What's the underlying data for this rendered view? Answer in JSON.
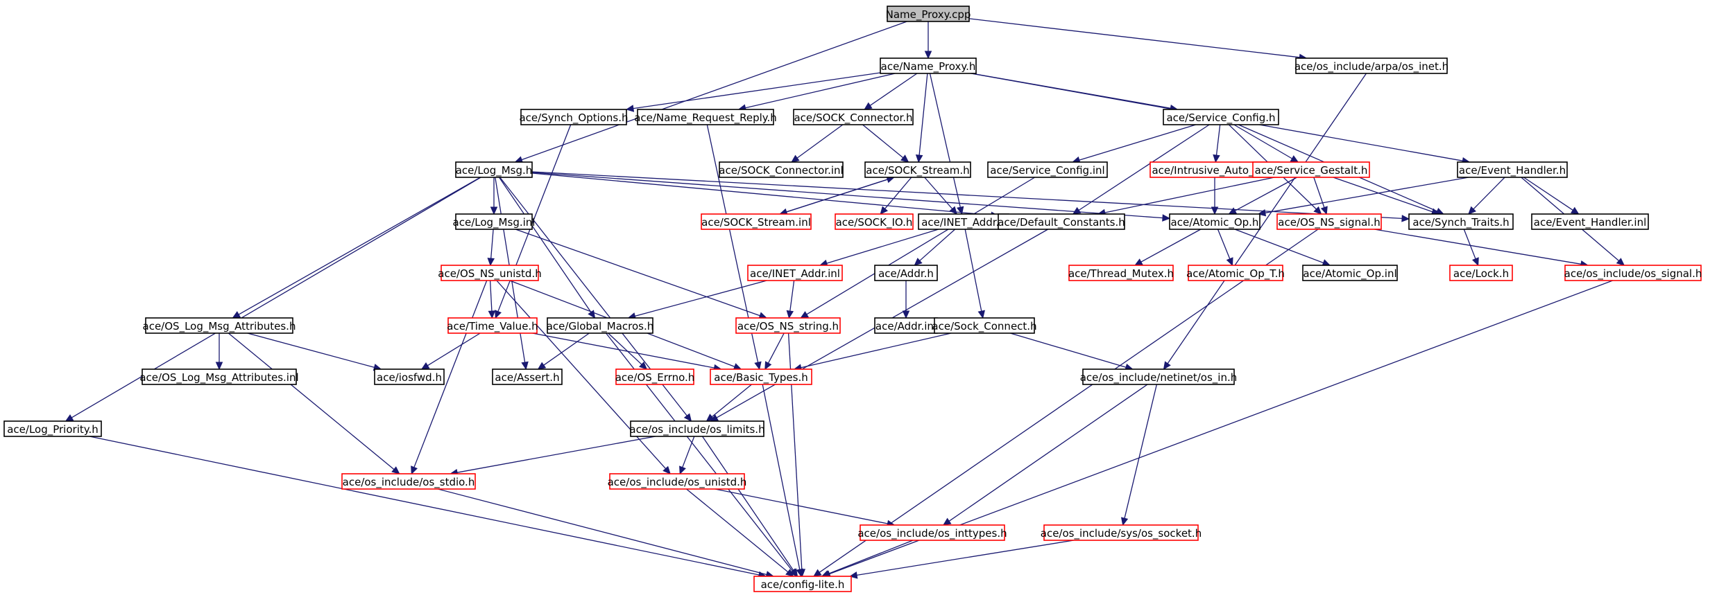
{
  "diagram": {
    "colors": {
      "root_fill": "#bfbfbf",
      "normal_border": "#000000",
      "missing_border": "#ff0000",
      "edge": "#191970",
      "background": "#ffffff"
    },
    "nodes": [
      {
        "id": "name_proxy_cpp",
        "label": "Name_Proxy.cpp",
        "kind": "root"
      },
      {
        "id": "name_proxy_h",
        "label": "ace/Name_Proxy.h",
        "kind": "normal"
      },
      {
        "id": "os_inet_h",
        "label": "ace/os_include/arpa/os_inet.h",
        "kind": "normal"
      },
      {
        "id": "synch_options_h",
        "label": "ace/Synch_Options.h",
        "kind": "normal"
      },
      {
        "id": "name_request_reply_h",
        "label": "ace/Name_Request_Reply.h",
        "kind": "normal"
      },
      {
        "id": "sock_connector_h",
        "label": "ace/SOCK_Connector.h",
        "kind": "normal"
      },
      {
        "id": "service_config_h",
        "label": "ace/Service_Config.h",
        "kind": "normal"
      },
      {
        "id": "log_msg_h",
        "label": "ace/Log_Msg.h",
        "kind": "normal"
      },
      {
        "id": "sock_connector_inl",
        "label": "ace/SOCK_Connector.inl",
        "kind": "normal"
      },
      {
        "id": "sock_stream_h",
        "label": "ace/SOCK_Stream.h",
        "kind": "normal"
      },
      {
        "id": "service_config_inl",
        "label": "ace/Service_Config.inl",
        "kind": "normal"
      },
      {
        "id": "intrusive_auto_ptr_h",
        "label": "ace/Intrusive_Auto_Ptr.h",
        "kind": "missing"
      },
      {
        "id": "service_gestalt_h",
        "label": "ace/Service_Gestalt.h",
        "kind": "missing"
      },
      {
        "id": "event_handler_h",
        "label": "ace/Event_Handler.h",
        "kind": "normal"
      },
      {
        "id": "log_msg_inl",
        "label": "ace/Log_Msg.inl",
        "kind": "normal"
      },
      {
        "id": "sock_stream_inl",
        "label": "ace/SOCK_Stream.inl",
        "kind": "missing"
      },
      {
        "id": "sock_io_h",
        "label": "ace/SOCK_IO.h",
        "kind": "missing"
      },
      {
        "id": "inet_addr_h",
        "label": "ace/INET_Addr.h",
        "kind": "normal"
      },
      {
        "id": "default_constants_h",
        "label": "ace/Default_Constants.h",
        "kind": "normal"
      },
      {
        "id": "atomic_op_h",
        "label": "ace/Atomic_Op.h",
        "kind": "normal"
      },
      {
        "id": "os_ns_signal_h",
        "label": "ace/OS_NS_signal.h",
        "kind": "missing"
      },
      {
        "id": "synch_traits_h",
        "label": "ace/Synch_Traits.h",
        "kind": "normal"
      },
      {
        "id": "event_handler_inl",
        "label": "ace/Event_Handler.inl",
        "kind": "normal"
      },
      {
        "id": "os_ns_unistd_h",
        "label": "ace/OS_NS_unistd.h",
        "kind": "missing"
      },
      {
        "id": "inet_addr_inl",
        "label": "ace/INET_Addr.inl",
        "kind": "missing"
      },
      {
        "id": "addr_h",
        "label": "ace/Addr.h",
        "kind": "normal"
      },
      {
        "id": "thread_mutex_h",
        "label": "ace/Thread_Mutex.h",
        "kind": "missing"
      },
      {
        "id": "atomic_op_t_h",
        "label": "ace/Atomic_Op_T.h",
        "kind": "missing"
      },
      {
        "id": "atomic_op_inl",
        "label": "ace/Atomic_Op.inl",
        "kind": "normal"
      },
      {
        "id": "lock_h",
        "label": "ace/Lock.h",
        "kind": "missing"
      },
      {
        "id": "os_signal_h",
        "label": "ace/os_include/os_signal.h",
        "kind": "missing"
      },
      {
        "id": "os_log_msg_attributes_h",
        "label": "ace/OS_Log_Msg_Attributes.h",
        "kind": "normal"
      },
      {
        "id": "time_value_h",
        "label": "ace/Time_Value.h",
        "kind": "missing"
      },
      {
        "id": "global_macros_h",
        "label": "ace/Global_Macros.h",
        "kind": "normal"
      },
      {
        "id": "os_ns_string_h",
        "label": "ace/OS_NS_string.h",
        "kind": "missing"
      },
      {
        "id": "addr_inl",
        "label": "ace/Addr.inl",
        "kind": "normal"
      },
      {
        "id": "sock_connect_h",
        "label": "ace/Sock_Connect.h",
        "kind": "normal"
      },
      {
        "id": "os_log_msg_attributes_inl",
        "label": "ace/OS_Log_Msg_Attributes.inl",
        "kind": "normal"
      },
      {
        "id": "iosfwd_h",
        "label": "ace/iosfwd.h",
        "kind": "normal"
      },
      {
        "id": "assert_h",
        "label": "ace/Assert.h",
        "kind": "normal"
      },
      {
        "id": "os_errno_h",
        "label": "ace/OS_Errno.h",
        "kind": "missing"
      },
      {
        "id": "basic_types_h",
        "label": "ace/Basic_Types.h",
        "kind": "missing"
      },
      {
        "id": "os_in_h",
        "label": "ace/os_include/netinet/os_in.h",
        "kind": "normal"
      },
      {
        "id": "log_priority_h",
        "label": "ace/Log_Priority.h",
        "kind": "normal"
      },
      {
        "id": "os_limits_h",
        "label": "ace/os_include/os_limits.h",
        "kind": "normal"
      },
      {
        "id": "os_stdio_h",
        "label": "ace/os_include/os_stdio.h",
        "kind": "missing"
      },
      {
        "id": "os_unistd_h",
        "label": "ace/os_include/os_unistd.h",
        "kind": "missing"
      },
      {
        "id": "os_inttypes_h",
        "label": "ace/os_include/os_inttypes.h",
        "kind": "missing"
      },
      {
        "id": "os_socket_h",
        "label": "ace/os_include/sys/os_socket.h",
        "kind": "missing"
      },
      {
        "id": "config_lite_h",
        "label": "ace/config-lite.h",
        "kind": "missing"
      }
    ],
    "edges": [
      [
        "name_proxy_cpp",
        "name_proxy_h"
      ],
      [
        "name_proxy_cpp",
        "os_inet_h"
      ],
      [
        "name_proxy_cpp",
        "log_msg_h"
      ],
      [
        "name_proxy_h",
        "synch_options_h"
      ],
      [
        "name_proxy_h",
        "name_request_reply_h"
      ],
      [
        "name_proxy_h",
        "sock_connector_h"
      ],
      [
        "name_proxy_h",
        "service_config_h"
      ],
      [
        "name_proxy_h",
        "event_handler_h"
      ],
      [
        "name_proxy_h",
        "sock_stream_h"
      ],
      [
        "name_proxy_h",
        "inet_addr_h"
      ],
      [
        "os_inet_h",
        "os_in_h"
      ],
      [
        "synch_options_h",
        "time_value_h"
      ],
      [
        "name_request_reply_h",
        "basic_types_h"
      ],
      [
        "sock_connector_h",
        "sock_connector_inl"
      ],
      [
        "sock_connector_h",
        "sock_stream_h"
      ],
      [
        "service_config_h",
        "service_config_inl"
      ],
      [
        "service_config_h",
        "intrusive_auto_ptr_h"
      ],
      [
        "service_config_h",
        "service_gestalt_h"
      ],
      [
        "service_config_h",
        "default_constants_h"
      ],
      [
        "service_config_h",
        "synch_traits_h"
      ],
      [
        "service_config_h",
        "os_ns_signal_h"
      ],
      [
        "event_handler_h",
        "atomic_op_h"
      ],
      [
        "event_handler_h",
        "synch_traits_h"
      ],
      [
        "event_handler_h",
        "event_handler_inl"
      ],
      [
        "event_handler_h",
        "os_signal_h"
      ],
      [
        "sock_stream_h",
        "sock_stream_inl"
      ],
      [
        "sock_stream_inl",
        "sock_stream_h"
      ],
      [
        "sock_stream_h",
        "sock_io_h"
      ],
      [
        "sock_stream_h",
        "inet_addr_h"
      ],
      [
        "service_config_inl",
        "os_ns_string_h"
      ],
      [
        "intrusive_auto_ptr_h",
        "atomic_op_h"
      ],
      [
        "service_gestalt_h",
        "default_constants_h"
      ],
      [
        "service_gestalt_h",
        "atomic_op_h"
      ],
      [
        "service_gestalt_h",
        "os_ns_signal_h"
      ],
      [
        "service_gestalt_h",
        "synch_traits_h"
      ],
      [
        "log_msg_h",
        "log_msg_inl"
      ],
      [
        "log_msg_h",
        "os_log_msg_attributes_h"
      ],
      [
        "log_msg_h",
        "global_macros_h"
      ],
      [
        "log_msg_h",
        "default_constants_h"
      ],
      [
        "log_msg_h",
        "atomic_op_h"
      ],
      [
        "log_msg_h",
        "synch_traits_h"
      ],
      [
        "log_msg_h",
        "log_priority_h"
      ],
      [
        "log_msg_h",
        "os_limits_h"
      ],
      [
        "log_msg_h",
        "assert_h"
      ],
      [
        "log_msg_inl",
        "os_ns_unistd_h"
      ],
      [
        "log_msg_inl",
        "os_ns_string_h"
      ],
      [
        "inet_addr_h",
        "inet_addr_inl"
      ],
      [
        "inet_addr_h",
        "addr_h"
      ],
      [
        "inet_addr_h",
        "sock_connect_h"
      ],
      [
        "inet_addr_inl",
        "os_ns_string_h"
      ],
      [
        "inet_addr_inl",
        "global_macros_h"
      ],
      [
        "addr_h",
        "addr_inl"
      ],
      [
        "atomic_op_h",
        "thread_mutex_h"
      ],
      [
        "atomic_op_h",
        "atomic_op_t_h"
      ],
      [
        "atomic_op_h",
        "atomic_op_inl"
      ],
      [
        "synch_traits_h",
        "lock_h"
      ],
      [
        "os_ns_signal_h",
        "os_signal_h"
      ],
      [
        "os_ns_signal_h",
        "config_lite_h"
      ],
      [
        "os_signal_h",
        "config_lite_h"
      ],
      [
        "default_constants_h",
        "os_limits_h"
      ],
      [
        "os_ns_unistd_h",
        "time_value_h"
      ],
      [
        "os_ns_unistd_h",
        "basic_types_h"
      ],
      [
        "os_ns_unistd_h",
        "os_stdio_h"
      ],
      [
        "os_ns_unistd_h",
        "os_unistd_h"
      ],
      [
        "os_log_msg_attributes_h",
        "os_log_msg_attributes_inl"
      ],
      [
        "os_log_msg_attributes_h",
        "iosfwd_h"
      ],
      [
        "os_log_msg_attributes_h",
        "os_stdio_h"
      ],
      [
        "time_value_h",
        "iosfwd_h"
      ],
      [
        "time_value_h",
        "basic_types_h"
      ],
      [
        "global_macros_h",
        "assert_h"
      ],
      [
        "global_macros_h",
        "os_errno_h"
      ],
      [
        "global_macros_h",
        "config_lite_h"
      ],
      [
        "os_ns_string_h",
        "basic_types_h"
      ],
      [
        "os_ns_string_h",
        "config_lite_h"
      ],
      [
        "sock_connect_h",
        "basic_types_h"
      ],
      [
        "sock_connect_h",
        "os_in_h"
      ],
      [
        "basic_types_h",
        "os_limits_h"
      ],
      [
        "basic_types_h",
        "config_lite_h"
      ],
      [
        "os_in_h",
        "os_inttypes_h"
      ],
      [
        "os_in_h",
        "os_socket_h"
      ],
      [
        "log_priority_h",
        "config_lite_h"
      ],
      [
        "os_limits_h",
        "os_stdio_h"
      ],
      [
        "os_limits_h",
        "os_unistd_h"
      ],
      [
        "os_limits_h",
        "config_lite_h"
      ],
      [
        "os_stdio_h",
        "config_lite_h"
      ],
      [
        "os_unistd_h",
        "os_inttypes_h"
      ],
      [
        "os_unistd_h",
        "config_lite_h"
      ],
      [
        "os_inttypes_h",
        "config_lite_h"
      ],
      [
        "os_socket_h",
        "config_lite_h"
      ]
    ]
  }
}
